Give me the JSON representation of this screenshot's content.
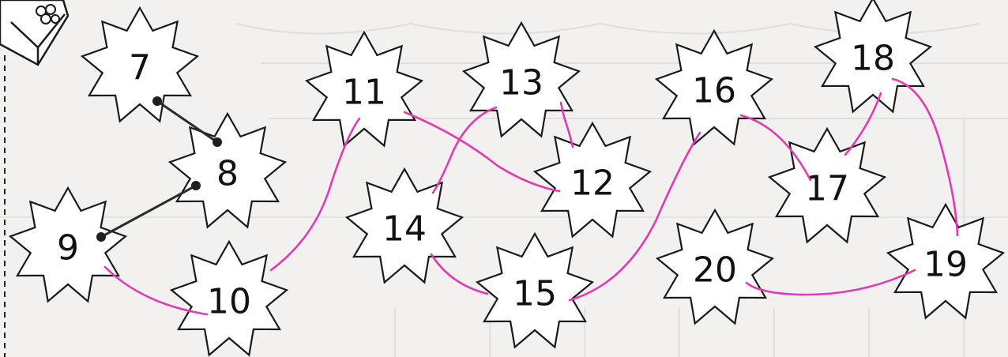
{
  "worksheet": {
    "stars": [
      {
        "label": "7"
      },
      {
        "label": "8"
      },
      {
        "label": "9"
      },
      {
        "label": "10"
      },
      {
        "label": "11"
      },
      {
        "label": "12"
      },
      {
        "label": "13"
      },
      {
        "label": "14"
      },
      {
        "label": "15"
      },
      {
        "label": "16"
      },
      {
        "label": "17"
      },
      {
        "label": "18"
      },
      {
        "label": "19"
      },
      {
        "label": "20"
      }
    ],
    "colors": {
      "paper": "#f2f1ef",
      "pencil": "#2b2b2b",
      "marker": "#e23ab3"
    }
  }
}
